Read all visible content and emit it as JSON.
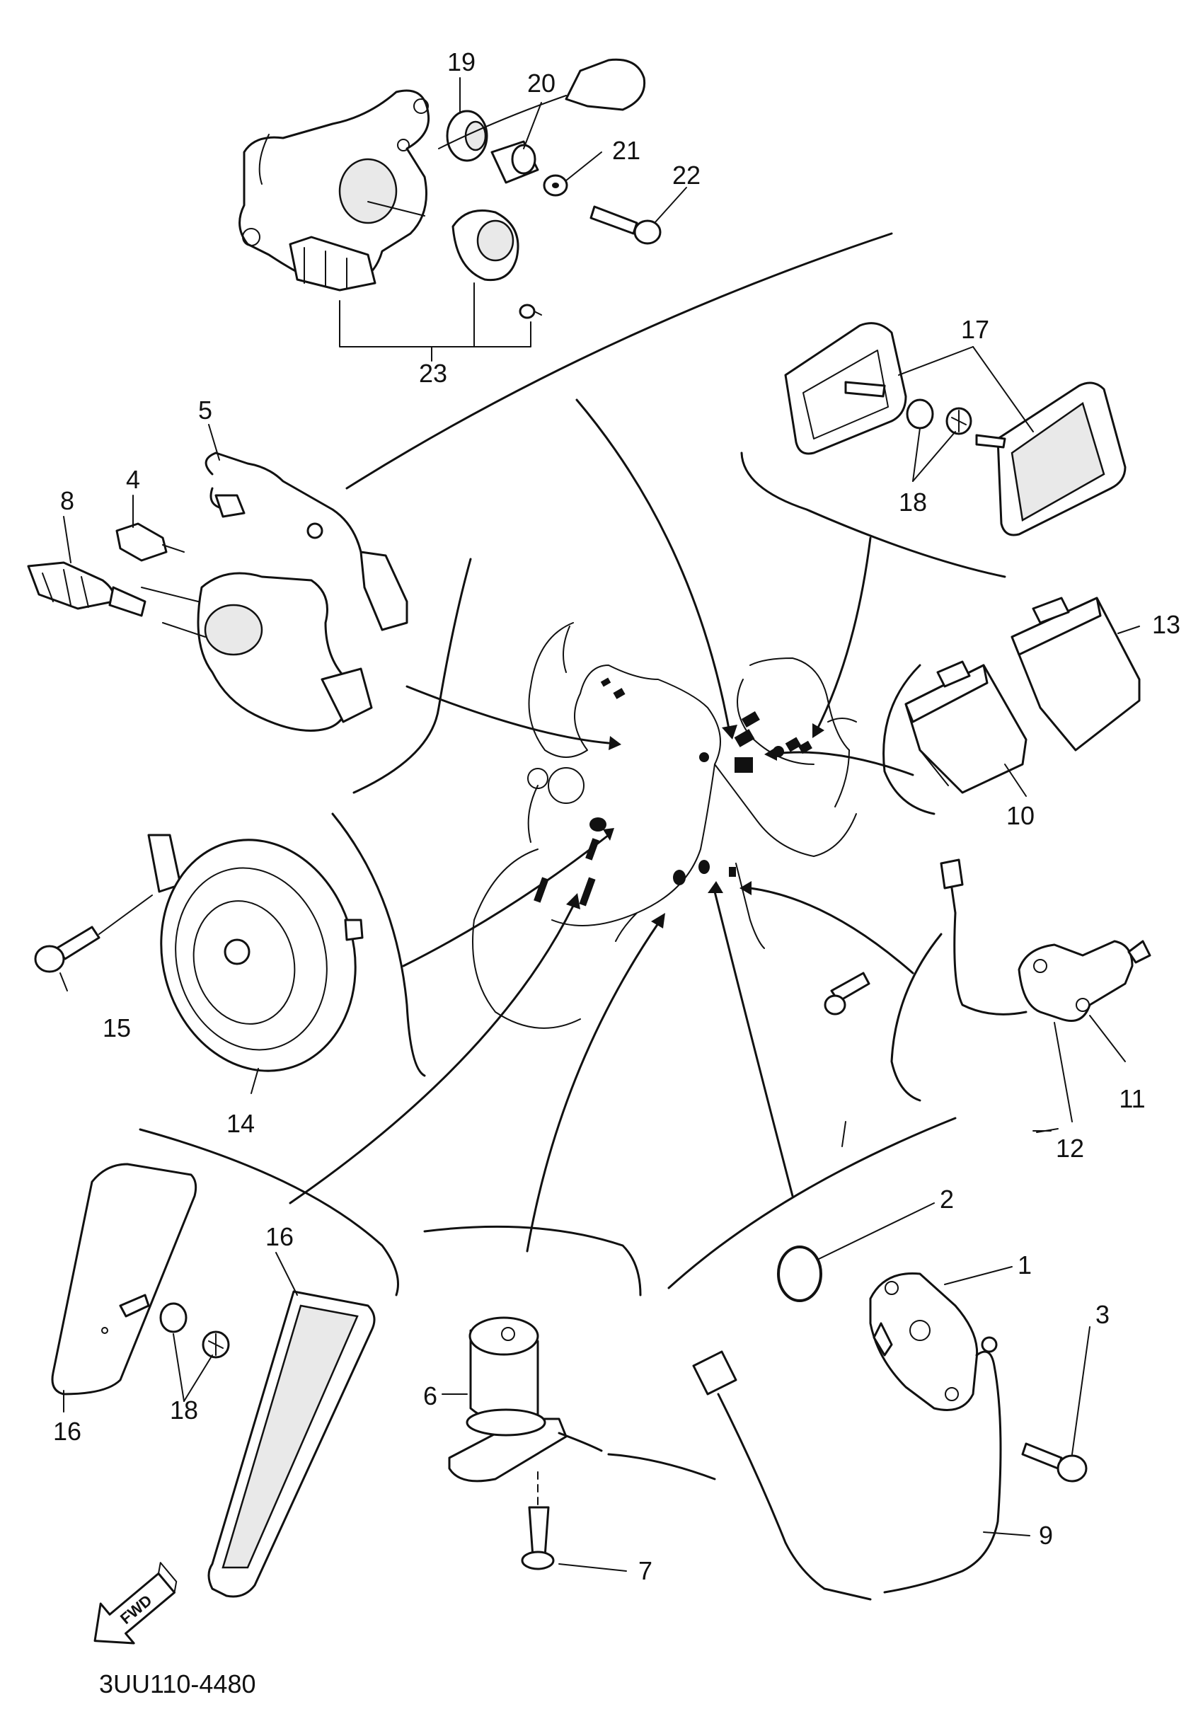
{
  "drawing_code": "3UU110-4480",
  "fwd_label": "FWD",
  "callouts": {
    "c1": "1",
    "c2": "2",
    "c3": "3",
    "c4": "4",
    "c5": "5",
    "c6": "6",
    "c7": "7",
    "c8": "8",
    "c9": "9",
    "c10": "10",
    "c11": "11",
    "c12": "12",
    "c13": "13",
    "c14": "14",
    "c15": "15",
    "c16a": "16",
    "c16b": "16",
    "c17": "17",
    "c18a": "18",
    "c18b": "18",
    "c19": "19",
    "c20": "20",
    "c21": "21",
    "c22": "22",
    "c23": "23"
  }
}
